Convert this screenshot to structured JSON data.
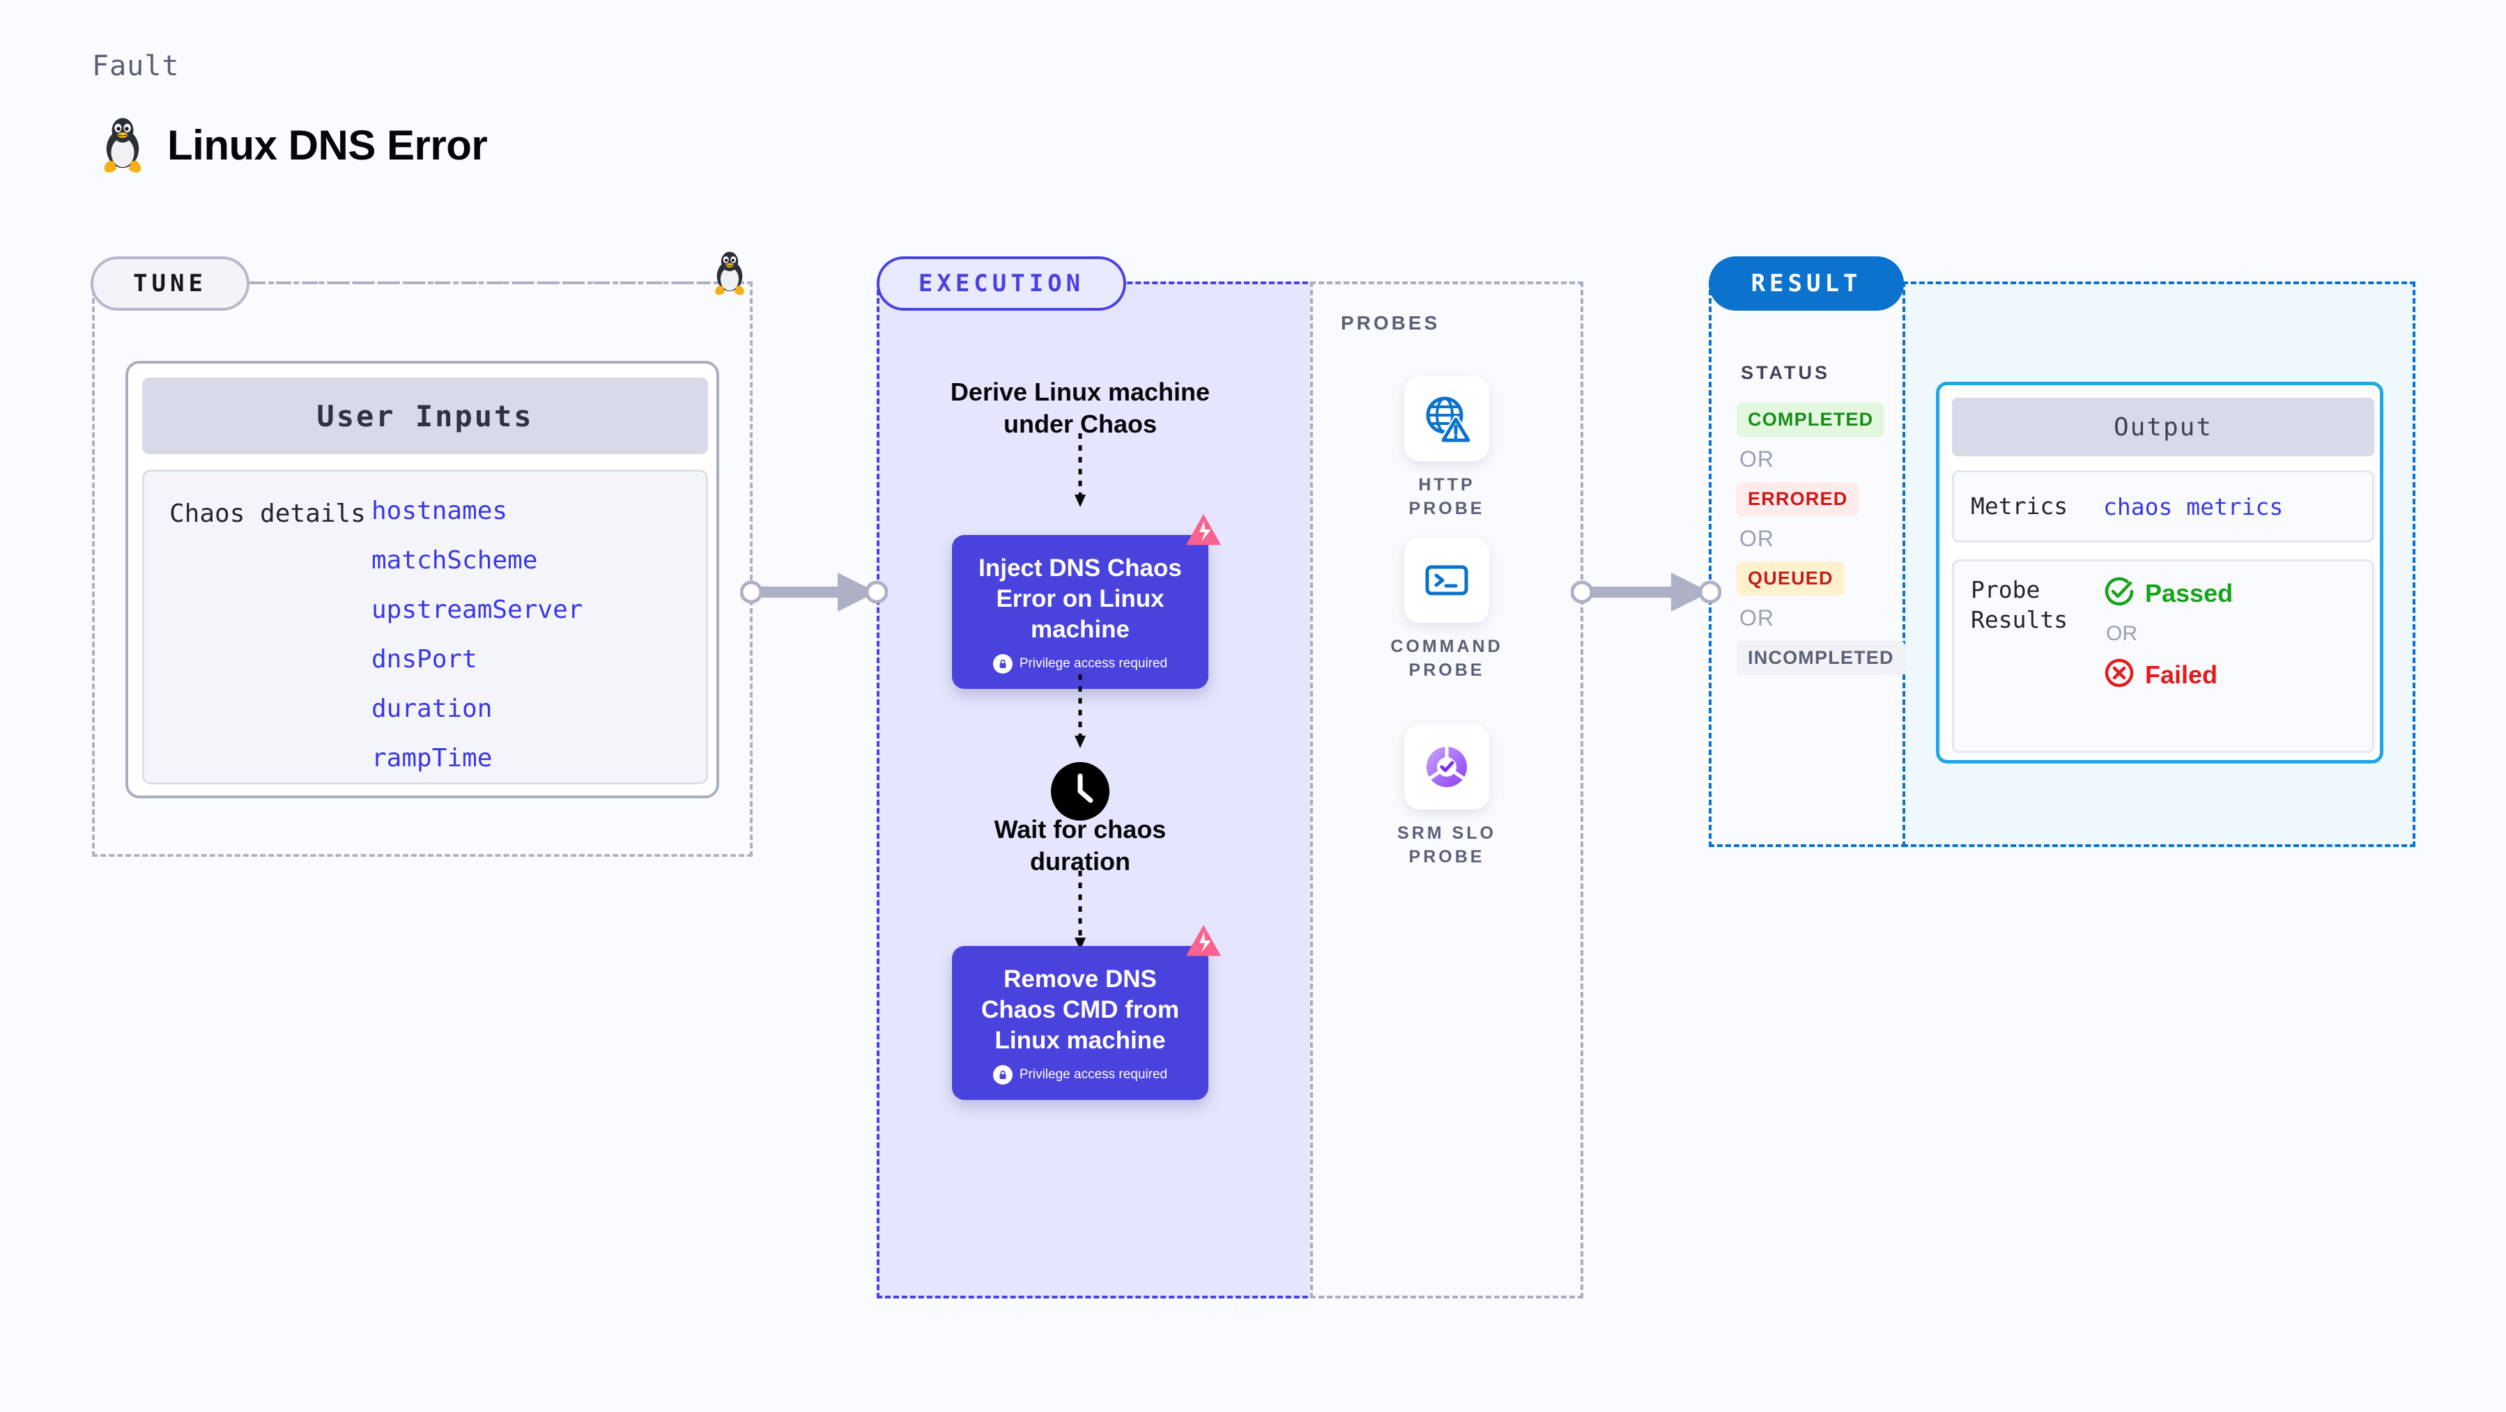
{
  "header": {
    "kicker": "Fault",
    "title": "Linux DNS Error",
    "icon": "linux-tux-icon"
  },
  "tune": {
    "pill_label": "TUNE",
    "edge_icon": "linux-tux-icon",
    "card_title": "User Inputs",
    "group_label": "Chaos details",
    "params": [
      "hostnames",
      "matchScheme",
      "upstreamServer",
      "dnsPort",
      "duration",
      "rampTime"
    ]
  },
  "execution": {
    "pill_label": "EXECUTION",
    "steps": [
      {
        "type": "text",
        "label": "Derive Linux machine\nunder Chaos"
      },
      {
        "type": "card",
        "title": "Inject DNS Chaos Error on Linux machine",
        "note": "Privilege access required",
        "badge": "chaos-logo-icon",
        "lock": "lock-icon"
      },
      {
        "type": "text",
        "label": "Wait for chaos\nduration",
        "icon": "clock-icon"
      },
      {
        "type": "card",
        "title": "Remove DNS Chaos CMD from Linux machine",
        "note": "Privilege access required",
        "badge": "chaos-logo-icon",
        "lock": "lock-icon"
      }
    ]
  },
  "probes": {
    "title": "PROBES",
    "items": [
      {
        "label": "HTTP PROBE",
        "icon": "globe-warning-icon"
      },
      {
        "label": "COMMAND PROBE",
        "icon": "terminal-icon"
      },
      {
        "label": "SRM SLO PROBE",
        "icon": "slo-donut-check-icon"
      }
    ]
  },
  "result": {
    "pill_label": "RESULT",
    "status_title": "STATUS",
    "or_label": "OR",
    "statuses": [
      {
        "label": "COMPLETED",
        "color": "#1a8b1a",
        "bg": "#e2f7dd"
      },
      {
        "label": "ERRORED",
        "color": "#cf1717",
        "bg": "#fdeceb"
      },
      {
        "label": "QUEUED",
        "color": "#c61d1d",
        "bg": "#fdf1ce"
      },
      {
        "label": "INCOMPLETED",
        "color": "#5c6075",
        "bg": "#f1f1f6"
      }
    ]
  },
  "output": {
    "card_title": "Output",
    "metrics_key": "Metrics",
    "metrics_value": "chaos metrics",
    "probe_key": "Probe\nResults",
    "probe_or": "OR",
    "probe_pass": {
      "label": "Passed",
      "icon": "check-circle-icon",
      "color": "#16a31a"
    },
    "probe_fail": {
      "label": "Failed",
      "icon": "x-circle-icon",
      "color": "#e21b1b"
    }
  },
  "colors": {
    "page_bg": "#fafbff",
    "exec_bg": "#e5e6fd",
    "exec_accent": "#4a42dd",
    "result_accent": "#0b72cd",
    "output_border": "#1fa6e8",
    "param_link": "#3b37e8",
    "connector": "#aeb1c6"
  }
}
